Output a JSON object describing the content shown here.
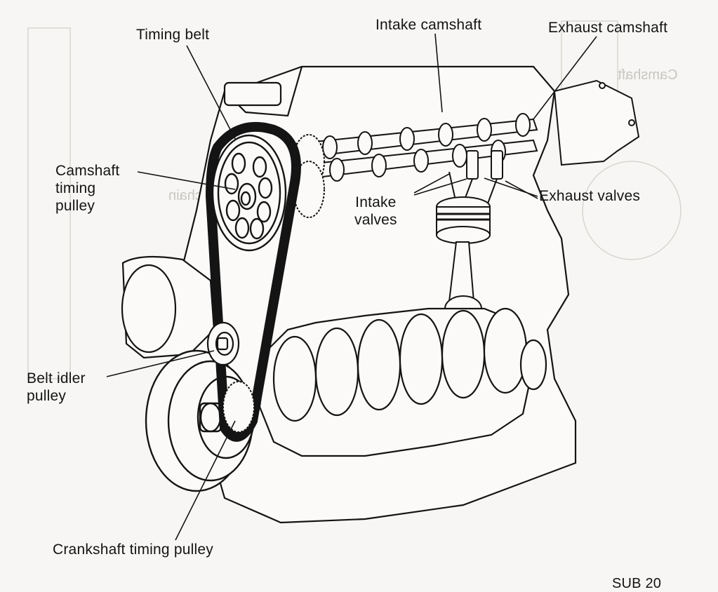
{
  "diagram": {
    "labels": {
      "timing_belt": "Timing belt",
      "intake_camshaft": "Intake camshaft",
      "exhaust_camshaft": "Exhaust camshaft",
      "camshaft_timing_pulley": [
        "Camshaft",
        "timing",
        "pulley"
      ],
      "intake_valves": [
        "Intake",
        "valves"
      ],
      "exhaust_valves": "Exhaust valves",
      "belt_idler_pulley": [
        "Belt idler",
        "pulley"
      ],
      "crankshaft_timing_pulley": "Crankshaft timing pulley",
      "figure_code": "SUB 20"
    },
    "colors": {
      "ink": "#141414",
      "paper": "#f7f6f4",
      "bleed": "#cfccc7"
    }
  }
}
